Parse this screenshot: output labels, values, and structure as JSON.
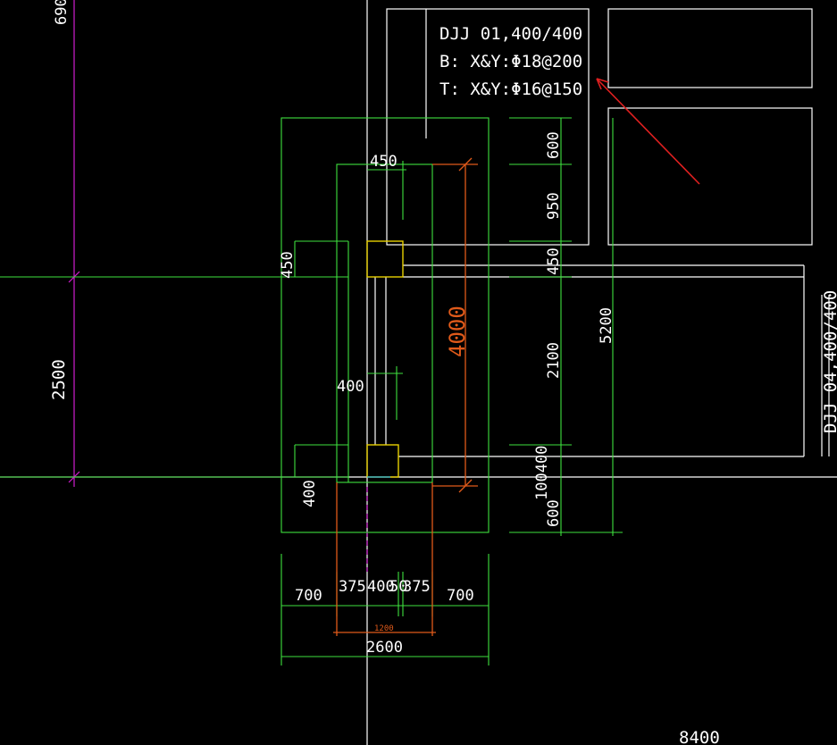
{
  "note": {
    "line1": "DJJ 01,400/400",
    "line2": "B:  X&Y:Φ18@200",
    "line3": "T:  X&Y:Φ16@150"
  },
  "side_note": "DJJ 04,400/400",
  "dims": {
    "top_cut": "690",
    "left_2500": "2500",
    "w450_top": "450",
    "h450_left": "450",
    "h400_mid": "400",
    "h400_bottom": "400",
    "red_4000": "4000",
    "v600_top": "600",
    "v950": "950",
    "v450": "450",
    "v2100": "2100",
    "v100_400": "100400",
    "v600_bottom": "600",
    "v5200": "5200",
    "b700_left": "700",
    "b375_left": "375",
    "b400": "400",
    "b50": "50",
    "b375_right": "375",
    "b700_right": "700",
    "red_1200": "1200",
    "total_2600": "2600",
    "span_8400": "8400"
  },
  "colors": {
    "background": "#000000",
    "foundation": "#3ee03e",
    "beam": "#ffffff",
    "column": "#e8d000",
    "axis": "#d01ed0",
    "highlight": "#e05a1a",
    "arrow": "#e02020",
    "center_line": "#00b8ff"
  }
}
